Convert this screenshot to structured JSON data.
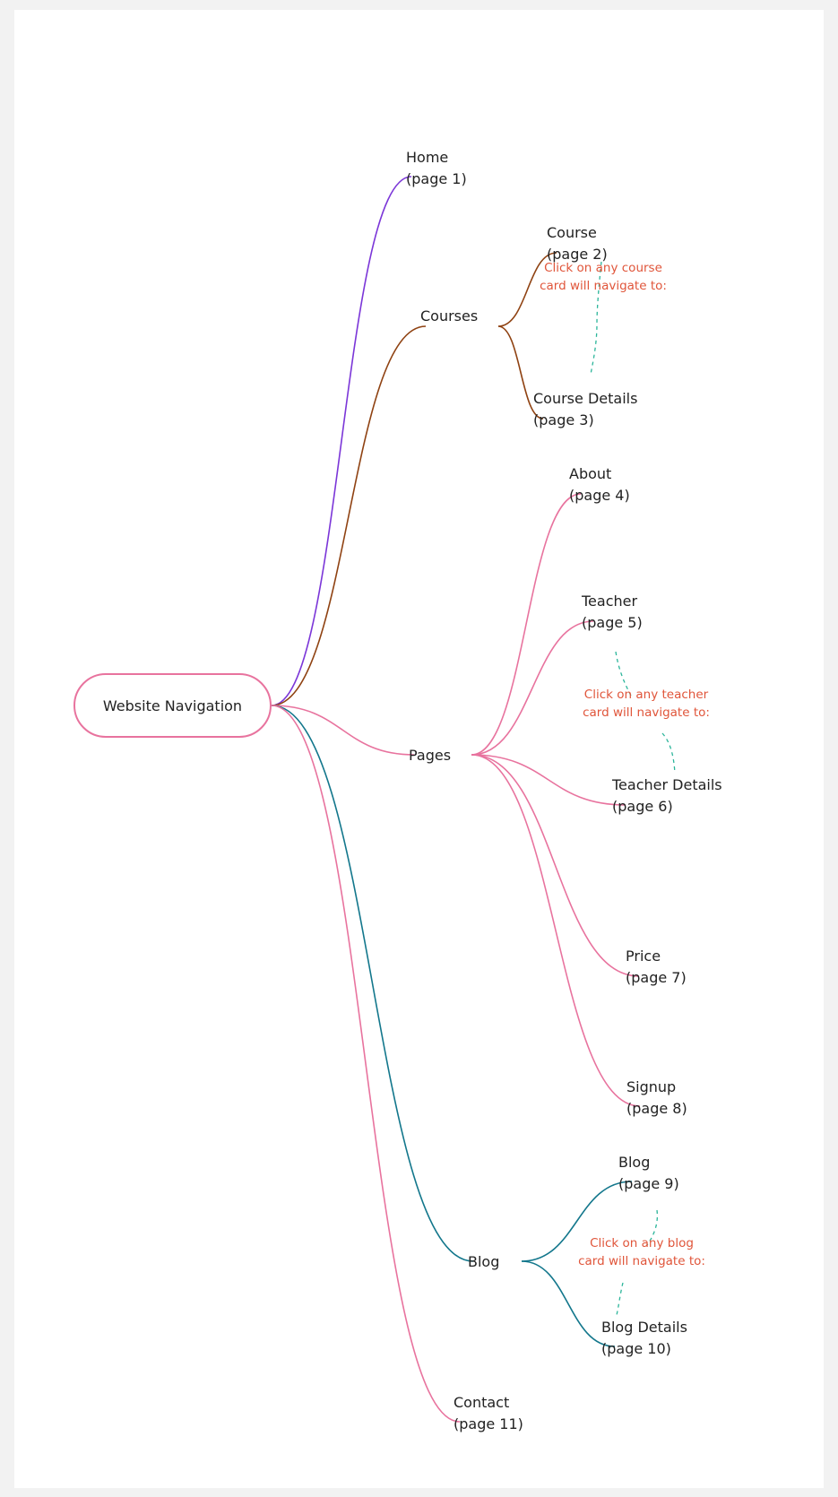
{
  "root": {
    "label": "Website Navigation"
  },
  "nodes": [
    {
      "id": "home",
      "title": "Home",
      "subtitle": "(page 1)"
    },
    {
      "id": "courses",
      "title": "Courses",
      "subtitle": ""
    },
    {
      "id": "course",
      "title": "Course",
      "subtitle": "(page 2)"
    },
    {
      "id": "course-details",
      "title": "Course Details",
      "subtitle": "(page 3)"
    },
    {
      "id": "pages",
      "title": "Pages",
      "subtitle": ""
    },
    {
      "id": "about",
      "title": "About",
      "subtitle": "(page 4)"
    },
    {
      "id": "teacher",
      "title": "Teacher",
      "subtitle": "(page 5)"
    },
    {
      "id": "teacher-details",
      "title": "Teacher Details",
      "subtitle": "(page 6)"
    },
    {
      "id": "price",
      "title": "Price",
      "subtitle": "(page 7)"
    },
    {
      "id": "signup",
      "title": "Signup",
      "subtitle": "(page 8)"
    },
    {
      "id": "blog",
      "title": "Blog",
      "subtitle": ""
    },
    {
      "id": "blog-page",
      "title": "Blog",
      "subtitle": "(page 9)"
    },
    {
      "id": "blog-details",
      "title": "Blog Details",
      "subtitle": "(page 10)"
    },
    {
      "id": "contact",
      "title": "Contact",
      "subtitle": "(page 11)"
    }
  ],
  "notes": [
    {
      "id": "course-note",
      "line1": "Click on any course",
      "line2": "card will navigate to:"
    },
    {
      "id": "teacher-note",
      "line1": "Click on any teacher",
      "line2": "card will navigate to:"
    },
    {
      "id": "blog-note",
      "line1": "Click on any blog",
      "line2": "card will navigate to:"
    }
  ],
  "colors": {
    "purple": "#7b36d8",
    "brown": "#8f4212",
    "pink": "#e8739e",
    "teal": "#13778c",
    "note_text": "#e0553a",
    "note_connector": "#2bb59a"
  }
}
